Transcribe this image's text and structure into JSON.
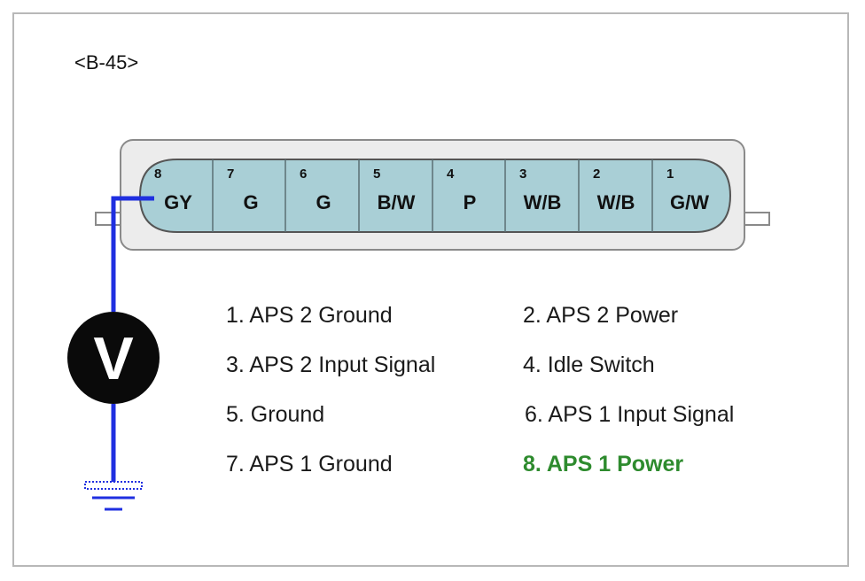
{
  "connector": {
    "id": "<B-45>",
    "pins": [
      {
        "num": "8",
        "color": "GY"
      },
      {
        "num": "7",
        "color": "G"
      },
      {
        "num": "6",
        "color": "G"
      },
      {
        "num": "5",
        "color": "B/W"
      },
      {
        "num": "4",
        "color": "P"
      },
      {
        "num": "3",
        "color": "W/B"
      },
      {
        "num": "2",
        "color": "W/B"
      },
      {
        "num": "1",
        "color": "G/W"
      }
    ]
  },
  "meter": {
    "symbol": "V"
  },
  "legend": [
    {
      "text": "1. APS 2 Ground"
    },
    {
      "text": "2. APS 2 Power"
    },
    {
      "text": "3. APS 2 Input Signal"
    },
    {
      "text": "4. Idle Switch"
    },
    {
      "text": "5. Ground"
    },
    {
      "text": "6. APS 1 Input Signal"
    },
    {
      "text": "7. APS 1 Ground"
    },
    {
      "text": "8. APS 1 Power"
    }
  ],
  "colors": {
    "pin_fill": "#a9cfd6",
    "probe_wire": "#1f2fe0",
    "highlight_text": "#2e8b2e"
  }
}
